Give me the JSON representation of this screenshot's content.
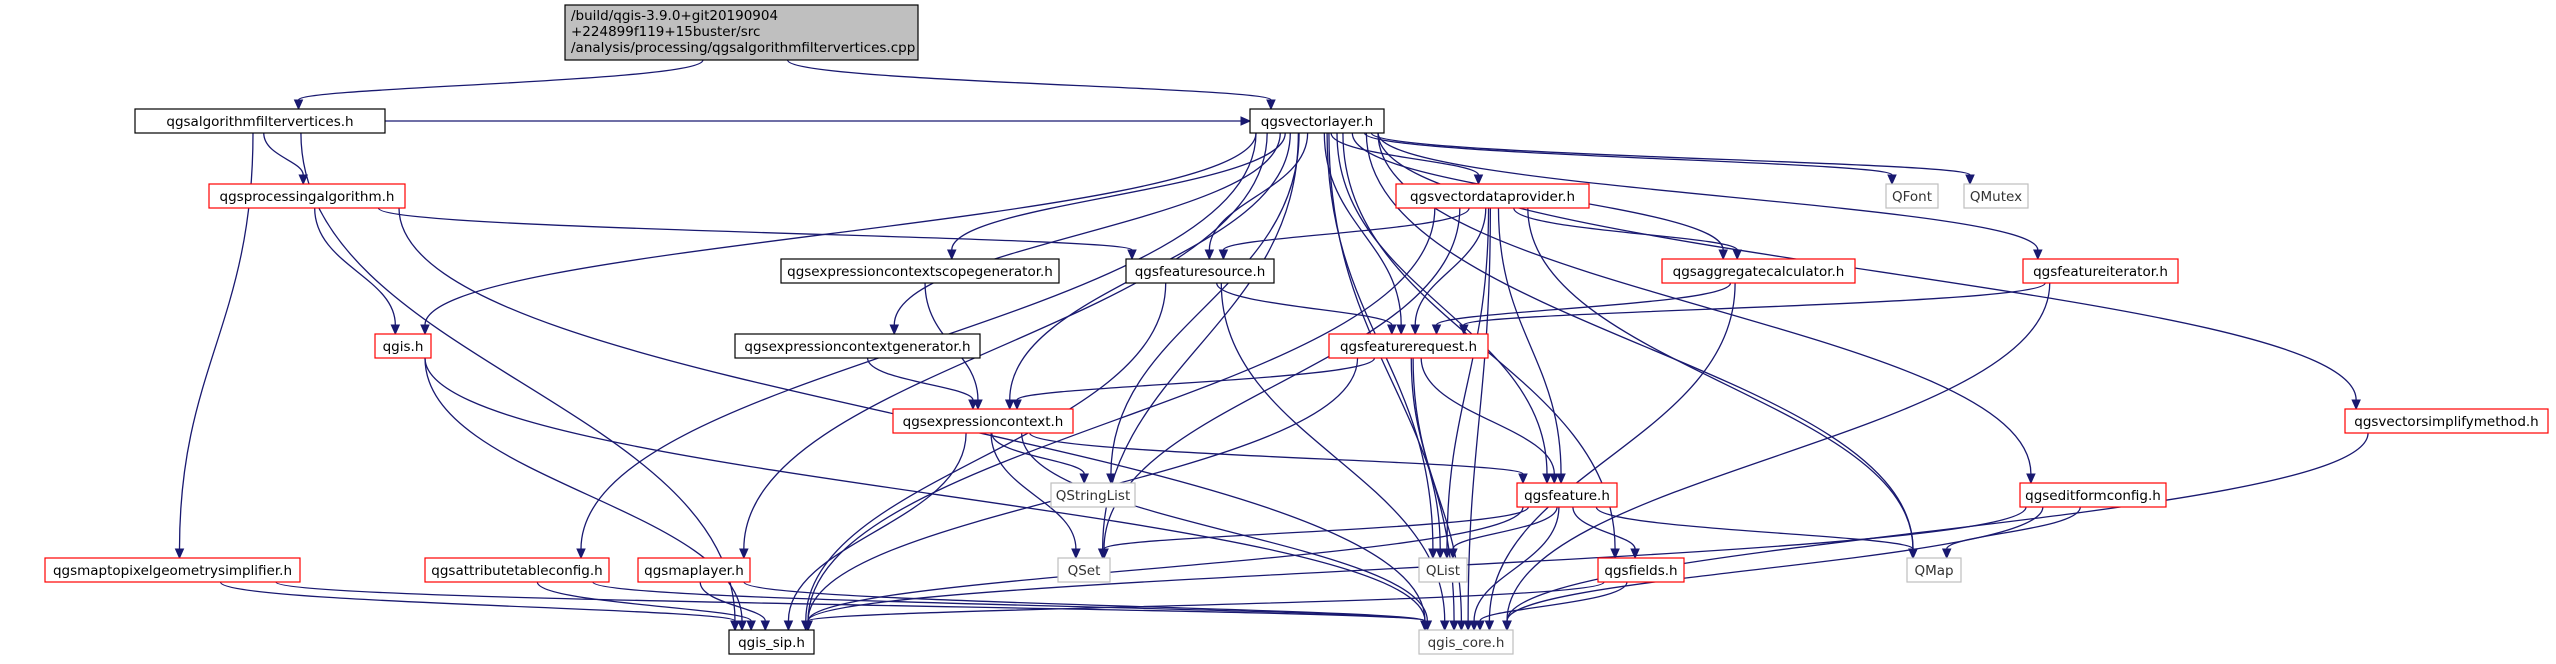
{
  "nodes": [
    {
      "id": "root",
      "lines": [
        "/build/qgis-3.9.0+git20190904",
        "+224899f119+15buster/src",
        "/analysis/processing/qgsalgorithmfiltervertices.cpp"
      ],
      "style": "root"
    },
    {
      "id": "algfilter",
      "lines": [
        "qgsalgorithmfiltervertices.h"
      ],
      "style": "normal"
    },
    {
      "id": "vectorlayer",
      "lines": [
        "qgsvectorlayer.h"
      ],
      "style": "normal"
    },
    {
      "id": "procalg",
      "lines": [
        "qgsprocessingalgorithm.h"
      ],
      "style": "red"
    },
    {
      "id": "vdp",
      "lines": [
        "qgsvectordataprovider.h"
      ],
      "style": "red"
    },
    {
      "id": "qfont",
      "lines": [
        "QFont"
      ],
      "style": "grey"
    },
    {
      "id": "qmutex",
      "lines": [
        "QMutex"
      ],
      "style": "grey"
    },
    {
      "id": "ecsg",
      "lines": [
        "qgsexpressioncontextscopegenerator.h"
      ],
      "style": "normal"
    },
    {
      "id": "fsource",
      "lines": [
        "qgsfeaturesource.h"
      ],
      "style": "normal"
    },
    {
      "id": "aggcalc",
      "lines": [
        "qgsaggregatecalculator.h"
      ],
      "style": "red"
    },
    {
      "id": "fiter",
      "lines": [
        "qgsfeatureiterator.h"
      ],
      "style": "red"
    },
    {
      "id": "qgish",
      "lines": [
        "qgis.h"
      ],
      "style": "red"
    },
    {
      "id": "ecgen",
      "lines": [
        "qgsexpressioncontextgenerator.h"
      ],
      "style": "normal"
    },
    {
      "id": "freq",
      "lines": [
        "qgsfeaturerequest.h"
      ],
      "style": "red"
    },
    {
      "id": "expctx",
      "lines": [
        "qgsexpressioncontext.h"
      ],
      "style": "red"
    },
    {
      "id": "vsimp",
      "lines": [
        "qgsvectorsimplifymethod.h"
      ],
      "style": "red"
    },
    {
      "id": "qstrlist",
      "lines": [
        "QStringList"
      ],
      "style": "grey"
    },
    {
      "id": "feature",
      "lines": [
        "qgsfeature.h"
      ],
      "style": "red"
    },
    {
      "id": "efconfig",
      "lines": [
        "qgseditformconfig.h"
      ],
      "style": "red"
    },
    {
      "id": "m2pgs",
      "lines": [
        "qgsmaptopixelgeometrysimplifier.h"
      ],
      "style": "red"
    },
    {
      "id": "attrtbl",
      "lines": [
        "qgsattributetableconfig.h"
      ],
      "style": "red"
    },
    {
      "id": "maplayer",
      "lines": [
        "qgsmaplayer.h"
      ],
      "style": "red"
    },
    {
      "id": "qset",
      "lines": [
        "QSet"
      ],
      "style": "grey"
    },
    {
      "id": "qlist",
      "lines": [
        "QList"
      ],
      "style": "grey"
    },
    {
      "id": "fields",
      "lines": [
        "qgsfields.h"
      ],
      "style": "red"
    },
    {
      "id": "qmap",
      "lines": [
        "QMap"
      ],
      "style": "grey"
    },
    {
      "id": "sip",
      "lines": [
        "qgis_sip.h"
      ],
      "style": "normal"
    },
    {
      "id": "core",
      "lines": [
        "qgis_core.h"
      ],
      "style": "grey"
    }
  ],
  "edges": [
    [
      "root",
      "algfilter"
    ],
    [
      "root",
      "vectorlayer"
    ],
    [
      "algfilter",
      "procalg"
    ],
    [
      "algfilter",
      "vectorlayer"
    ],
    [
      "algfilter",
      "m2pgs"
    ],
    [
      "algfilter",
      "sip"
    ],
    [
      "vectorlayer",
      "vdp"
    ],
    [
      "vectorlayer",
      "qfont"
    ],
    [
      "vectorlayer",
      "qmutex"
    ],
    [
      "vectorlayer",
      "ecsg"
    ],
    [
      "vectorlayer",
      "fsource"
    ],
    [
      "vectorlayer",
      "aggcalc"
    ],
    [
      "vectorlayer",
      "fiter"
    ],
    [
      "vectorlayer",
      "qgish"
    ],
    [
      "vectorlayer",
      "ecgen"
    ],
    [
      "vectorlayer",
      "freq"
    ],
    [
      "vectorlayer",
      "expctx"
    ],
    [
      "vectorlayer",
      "vsimp"
    ],
    [
      "vectorlayer",
      "qstrlist"
    ],
    [
      "vectorlayer",
      "feature"
    ],
    [
      "vectorlayer",
      "efconfig"
    ],
    [
      "vectorlayer",
      "attrtbl"
    ],
    [
      "vectorlayer",
      "maplayer"
    ],
    [
      "vectorlayer",
      "qset"
    ],
    [
      "vectorlayer",
      "qlist"
    ],
    [
      "vectorlayer",
      "fields"
    ],
    [
      "vectorlayer",
      "qmap"
    ],
    [
      "vectorlayer",
      "core"
    ],
    [
      "procalg",
      "fsource"
    ],
    [
      "procalg",
      "qgish"
    ],
    [
      "procalg",
      "core"
    ],
    [
      "vdp",
      "fsource"
    ],
    [
      "vdp",
      "aggcalc"
    ],
    [
      "vdp",
      "freq"
    ],
    [
      "vdp",
      "feature"
    ],
    [
      "vdp",
      "qset"
    ],
    [
      "vdp",
      "qlist"
    ],
    [
      "vdp",
      "qmap"
    ],
    [
      "vdp",
      "sip"
    ],
    [
      "vdp",
      "core"
    ],
    [
      "ecsg",
      "expctx"
    ],
    [
      "fsource",
      "freq"
    ],
    [
      "fsource",
      "sip"
    ],
    [
      "fsource",
      "core"
    ],
    [
      "aggcalc",
      "freq"
    ],
    [
      "aggcalc",
      "core"
    ],
    [
      "fiter",
      "freq"
    ],
    [
      "fiter",
      "core"
    ],
    [
      "qgish",
      "sip"
    ],
    [
      "qgish",
      "core"
    ],
    [
      "ecgen",
      "expctx"
    ],
    [
      "freq",
      "expctx"
    ],
    [
      "freq",
      "feature"
    ],
    [
      "freq",
      "qlist"
    ],
    [
      "freq",
      "sip"
    ],
    [
      "freq",
      "core"
    ],
    [
      "expctx",
      "qstrlist"
    ],
    [
      "expctx",
      "feature"
    ],
    [
      "expctx",
      "qset"
    ],
    [
      "expctx",
      "sip"
    ],
    [
      "expctx",
      "core"
    ],
    [
      "vsimp",
      "core"
    ],
    [
      "feature",
      "qset"
    ],
    [
      "feature",
      "qlist"
    ],
    [
      "feature",
      "fields"
    ],
    [
      "feature",
      "qmap"
    ],
    [
      "feature",
      "sip"
    ],
    [
      "feature",
      "core"
    ],
    [
      "efconfig",
      "qmap"
    ],
    [
      "efconfig",
      "sip"
    ],
    [
      "efconfig",
      "core"
    ],
    [
      "m2pgs",
      "sip"
    ],
    [
      "m2pgs",
      "core"
    ],
    [
      "attrtbl",
      "sip"
    ],
    [
      "attrtbl",
      "core"
    ],
    [
      "maplayer",
      "sip"
    ],
    [
      "maplayer",
      "core"
    ],
    [
      "fields",
      "sip"
    ],
    [
      "fields",
      "core"
    ]
  ]
}
